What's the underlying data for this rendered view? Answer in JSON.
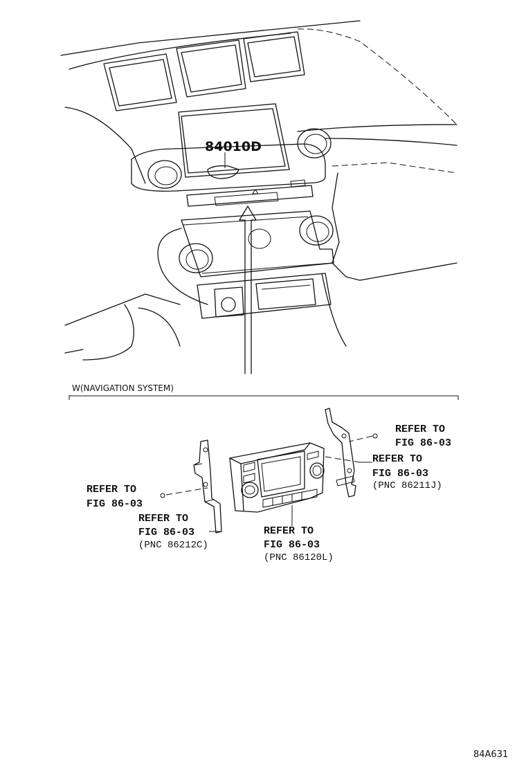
{
  "diagram": {
    "part_number": "84010D",
    "section_label": "W(NAVIGATION SYSTEM)",
    "callouts": [
      {
        "line1": "REFER TO",
        "line2": "FIG 86-03",
        "pnc": ""
      },
      {
        "line1": "REFER TO",
        "line2": "FIG 86-03",
        "pnc": "(PNC 86211J)"
      },
      {
        "line1": "REFER TO",
        "line2": "FIG 86-03",
        "pnc": ""
      },
      {
        "line1": "REFER TO",
        "line2": "FIG 86-03",
        "pnc": "(PNC 86212C)"
      },
      {
        "line1": "REFER TO",
        "line2": "FIG 86-03",
        "pnc": "(PNC 86120L)"
      }
    ],
    "figure_code": "84A631"
  }
}
